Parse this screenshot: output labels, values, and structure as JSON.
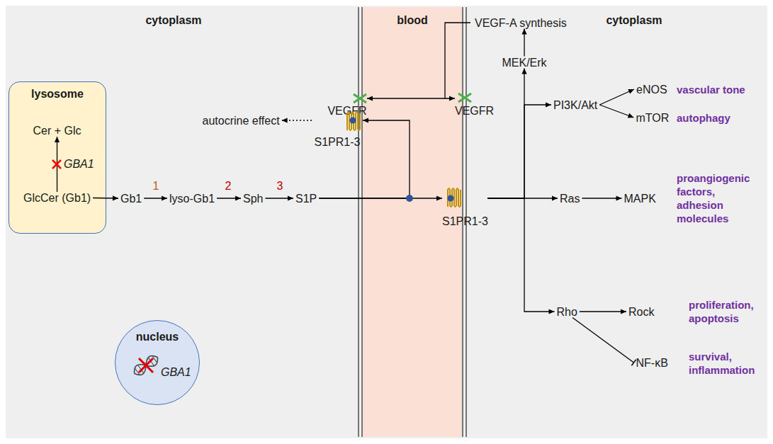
{
  "diagram": {
    "nodes": [
      {
        "text": [
          "lysosome"
        ]
      },
      {
        "text": [
          "Cer + Glc"
        ],
        "in": 0
      },
      {
        "text": [
          "GlcCer (Gb1)"
        ],
        "in": 0
      },
      {
        "text": [
          "nucleus",
          "GBA1"
        ]
      },
      {
        "text": [
          "blood"
        ]
      },
      {
        "text": [
          "Gb1"
        ]
      },
      {
        "text": [
          "lyso-Gb1"
        ]
      },
      {
        "text": [
          "Sph"
        ]
      },
      {
        "text": [
          "S1P"
        ]
      },
      {
        "text": [
          "S1PR1-3"
        ]
      },
      {
        "text": [
          "autocrine effect"
        ]
      },
      {
        "text": [
          "VEGFR"
        ]
      },
      {
        "text": [
          "VEGFR"
        ]
      },
      {
        "text": [
          "VEGF-A synthesis"
        ]
      },
      {
        "text": [
          "MEK/Erk"
        ]
      },
      {
        "text": [
          "S1PR1-3"
        ]
      },
      {
        "text": [
          "PI3K/Akt"
        ]
      },
      {
        "text": [
          "eNOS"
        ]
      },
      {
        "text": [
          "mTOR"
        ]
      },
      {
        "text": [
          "Ras"
        ]
      },
      {
        "text": [
          "MAPK"
        ]
      },
      {
        "text": [
          "Rho"
        ]
      },
      {
        "text": [
          "Rock"
        ]
      },
      {
        "text": [
          "NF-κB"
        ]
      }
    ],
    "edges": [
      {
        "from": 2,
        "to": 1,
        "arrow": "to",
        "label": "GBA1"
      },
      {
        "from": 2,
        "to": 5,
        "arrow": "to"
      },
      {
        "from": 5,
        "to": 6,
        "arrow": "to",
        "label": "1"
      },
      {
        "from": 6,
        "to": 7,
        "arrow": "to",
        "label": "2"
      },
      {
        "from": 7,
        "to": 8,
        "arrow": "to",
        "label": "3"
      },
      {
        "from": 8,
        "to": 15,
        "arrow": "to"
      },
      {
        "from": 8,
        "to": 9,
        "arrow": "to"
      },
      {
        "from": 9,
        "to": 10,
        "arrow": "to"
      },
      {
        "from": 11,
        "to": 12,
        "arrow": "both"
      },
      {
        "from": 15,
        "to": 19,
        "arrow": "to"
      },
      {
        "from": 15,
        "to": 14,
        "arrow": "to"
      },
      {
        "from": 15,
        "to": 16,
        "arrow": "to"
      },
      {
        "from": 15,
        "to": 21,
        "arrow": "to"
      },
      {
        "from": 14,
        "to": 13,
        "arrow": "to"
      },
      {
        "from": 16,
        "to": 17,
        "arrow": "to"
      },
      {
        "from": 16,
        "to": 18,
        "arrow": "to"
      },
      {
        "from": 19,
        "to": 20,
        "arrow": "to"
      },
      {
        "from": 21,
        "to": 22,
        "arrow": "to"
      },
      {
        "from": 21,
        "to": 23,
        "arrow": "to"
      }
    ],
    "labels": [
      "cytoplasm",
      "cytoplasm",
      "vascular tone",
      "autophagy",
      "proangiogenic factors, adhesion molecules",
      "proliferation, apoptosis",
      "survival, inflammation"
    ]
  }
}
